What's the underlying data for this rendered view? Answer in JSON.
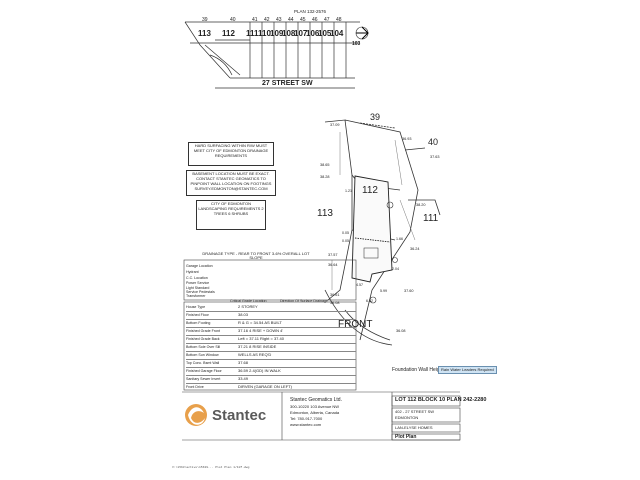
{
  "header": {
    "plan_label": "PLAN 132-2576",
    "lot_numbers": [
      "113",
      "112",
      "111",
      "110",
      "109",
      "108",
      "107",
      "106",
      "105",
      "104",
      "103"
    ],
    "top_numbers": [
      "39",
      "40",
      "41",
      "42",
      "43",
      "44",
      "45",
      "46",
      "47",
      "48"
    ],
    "street": "27 STREET SW"
  },
  "site": {
    "lot_39": "39",
    "lot_40": "40",
    "lot_112": "112",
    "lot_113": "113",
    "lot_111": "111",
    "front": "FRONT",
    "dims": [
      "37.09",
      "36.93",
      "38.65",
      "37.63",
      "38.28",
      "38.20",
      "37.57",
      "36.24",
      "36.64",
      "36.61",
      "36.08",
      "36.08",
      "37.60"
    ],
    "setbacks": [
      "1.21",
      "0.05",
      "0.05",
      "1.66",
      "2.04",
      "5.99",
      "4.57",
      "6.52"
    ]
  },
  "notes": {
    "hard_surfacing": "HARD SURFACING WITHIN R/W MUST MEET CITY OF EDMONTON DRAINAGE REQUIREMENTS",
    "basement": "BASEMENT LOCATION MUST BE EXACT. CONTACT STANTEC GEOMATICS TO PINPOINT WALL LOCATION ON FOOTINGS SURVEY.EDMONTON@STANTEC.COM",
    "landscape": "CITY OF EDMONTON LANDSCAPING REQUIREMENTS 2 TREES 6 SHRUBS",
    "drainage": "DRAINAGE TYPE - REAR TO FRONT 3-6% OVERALL LOT SLOPE"
  },
  "legend": [
    "Garage Location",
    "Hydrant",
    "C.C. Location",
    "Power Service",
    "Light Standard",
    "Service Pedestals",
    "Transformer",
    "Critical Grade Location",
    "Direction Of Surface Drainage"
  ],
  "house_data": [
    {
      "k": "House Type",
      "v": "2 STOREY"
    },
    {
      "k": "Finished Floor",
      "v": "38.03"
    },
    {
      "k": "Bottom Footing",
      "v": "R & G = 34.54  AS BUILT"
    },
    {
      "k": "Finished Grade Front",
      "v": "37.16  4 RISE + DOWN 4'"
    },
    {
      "k": "Finished Grade Back",
      "v": "Left = 37.11  Right = 37.40"
    },
    {
      "k": "Bottom Sole Over Sill",
      "v": "37.21  8 RISE INSIDE"
    },
    {
      "k": "Bottom Sun Window",
      "v": "WELLS AS REQ'D"
    },
    {
      "k": "Top Conc. Bsmt Wall",
      "v": "37.68"
    },
    {
      "k": "Finished Garage Floor",
      "v": "36.59  2.4(GD) IN WALK"
    },
    {
      "k": "Sanitary Sewer Invert",
      "v": "33.49"
    },
    {
      "k": "Front Drive",
      "v": "DIRVEN (GARAGE ON LEFT)"
    }
  ],
  "footing": {
    "label": "Foundation Wall Height : 8' 4\"",
    "tag": "Rain Water Leaders Required"
  },
  "stantec": {
    "brand": "Stantec",
    "company": "Stantec Geomatics Ltd.",
    "address1": "300-10220 103 Avenue NW",
    "address2": "Edmonton, Alberta, Canada",
    "phone": "Tel: 780-917-7000",
    "web": "www.stantec.com"
  },
  "title_block": {
    "legal": "LOT  112   BLOCK 10   PLAN 242-2280",
    "address": "402 - 27 STREET SW",
    "community": "EDMONTON",
    "builder": "LAN-ELYSE HOMES",
    "doc": "Plot Plan"
  },
  "footer_path": "V:\\1563\\active\\15639... Plot Plan 1/10f.dwg"
}
